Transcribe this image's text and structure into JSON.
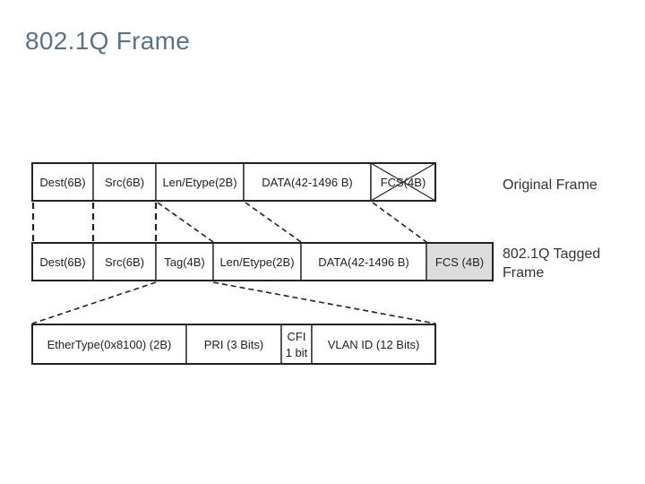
{
  "title": "802.1Q Frame",
  "original_frame": {
    "label": "Original Frame",
    "fields": [
      "Dest(6B)",
      "Src(6B)",
      "Len/Etype(2B)",
      "DATA(42-1496 B)",
      "FCS(4B)"
    ]
  },
  "tagged_frame": {
    "label_line1": "802.1Q Tagged",
    "label_line2": "Frame",
    "fields": [
      "Dest(6B)",
      "Src(6B)",
      "Tag(4B)",
      "Len/Etype(2B)",
      "DATA(42-1496 B)",
      "FCS (4B)"
    ]
  },
  "tag_detail": {
    "fields": [
      "EtherType(0x8100) (2B)",
      "PRI (3 Bits)",
      "CFI",
      "1 bit",
      "VLAN ID (12 Bits)"
    ]
  },
  "notes": {
    "original_fcs": "crossed out (removed)",
    "tagged_fcs": "shaded (recomputed)"
  }
}
